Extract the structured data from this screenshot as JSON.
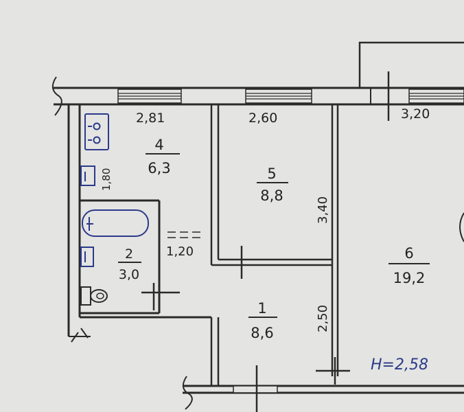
{
  "plan": {
    "dimensions": {
      "d_281": "2,81",
      "d_260": "2,60",
      "d_320": "3,20",
      "d_340": "3,40",
      "d_250": "2,50",
      "d_120": "1,20",
      "d_180": "1,80"
    },
    "rooms": [
      {
        "number": "1",
        "area": "8,6"
      },
      {
        "number": "2",
        "area": "3,0"
      },
      {
        "number": "4",
        "area": "6,3"
      },
      {
        "number": "5",
        "area": "8,8"
      },
      {
        "number": "6",
        "area": "19,2"
      }
    ],
    "ceiling_height": "H=2,58",
    "colors": {
      "ink": "#2a2a2a",
      "blue_ink": "#2b3a8a",
      "paper": "#e4e4e2"
    }
  }
}
